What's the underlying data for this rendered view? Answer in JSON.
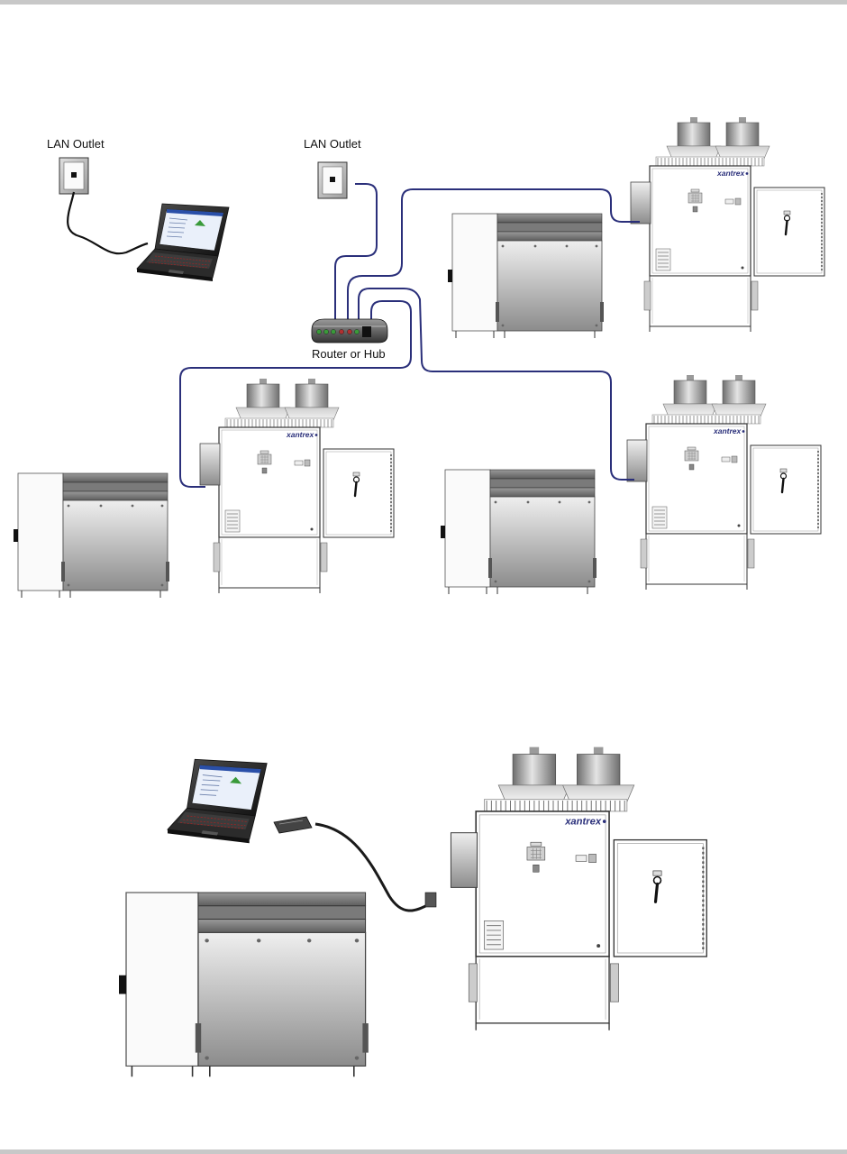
{
  "labels": {
    "lan_outlet_left": "LAN Outlet",
    "lan_outlet_right": "LAN Outlet",
    "router": "Router or Hub"
  },
  "brand": {
    "name": "xantrex",
    "color": "#2a2f7a"
  },
  "colors": {
    "network_cable": "#2a2f7a",
    "serial_cable": "#1a1a1a",
    "rule": "#c8c8c8",
    "router_leds": [
      "#3a9a3a",
      "#3a9a3a",
      "#b03030",
      "#b03030",
      "#3a9a3a"
    ]
  },
  "icons": [
    "lan-outlet-icon",
    "laptop-icon",
    "router-icon",
    "inverter-icon",
    "transformer-icon",
    "serial-connector-icon"
  ]
}
